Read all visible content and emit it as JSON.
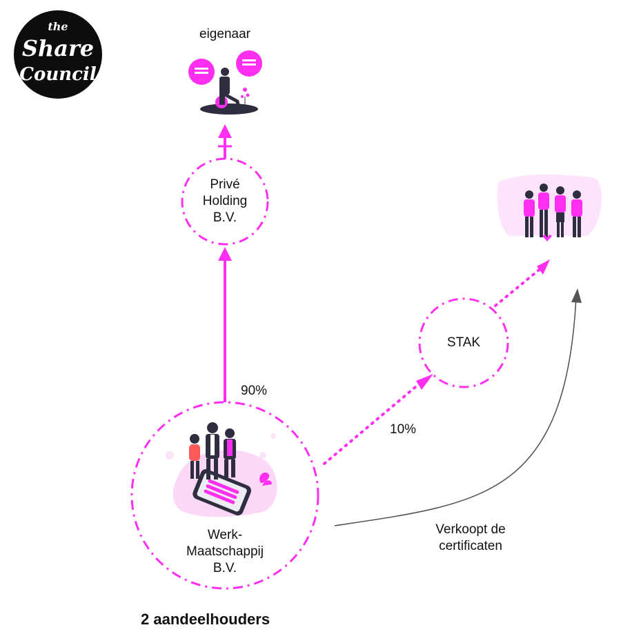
{
  "logo": {
    "line1": "the",
    "line2": "Share",
    "line3": "Council"
  },
  "nodes": {
    "owner": {
      "label": "eigenaar"
    },
    "prive_holding": {
      "lines": [
        "Privé",
        "Holding",
        "B.V."
      ]
    },
    "stak": {
      "label": "STAK"
    },
    "werk_maatschappij": {
      "lines": [
        "Werk-",
        "Maatschappij",
        "B.V."
      ]
    }
  },
  "edges": {
    "werk_to_holding": {
      "label": "90%"
    },
    "werk_to_stak": {
      "label": "10%"
    },
    "werk_to_certificate_holders": {
      "lines": [
        "Verkoopt de",
        "certificaten"
      ]
    }
  },
  "footer": {
    "title": "2 aandeelhouders"
  },
  "colors": {
    "accent": "#ff2ef0",
    "dark": "#2f2e41",
    "grey_arrow": "#555555",
    "logo_bg": "#0d0d0d"
  },
  "icons": [
    "owner-illustration",
    "people-group-illustration",
    "team-phone-illustration"
  ]
}
